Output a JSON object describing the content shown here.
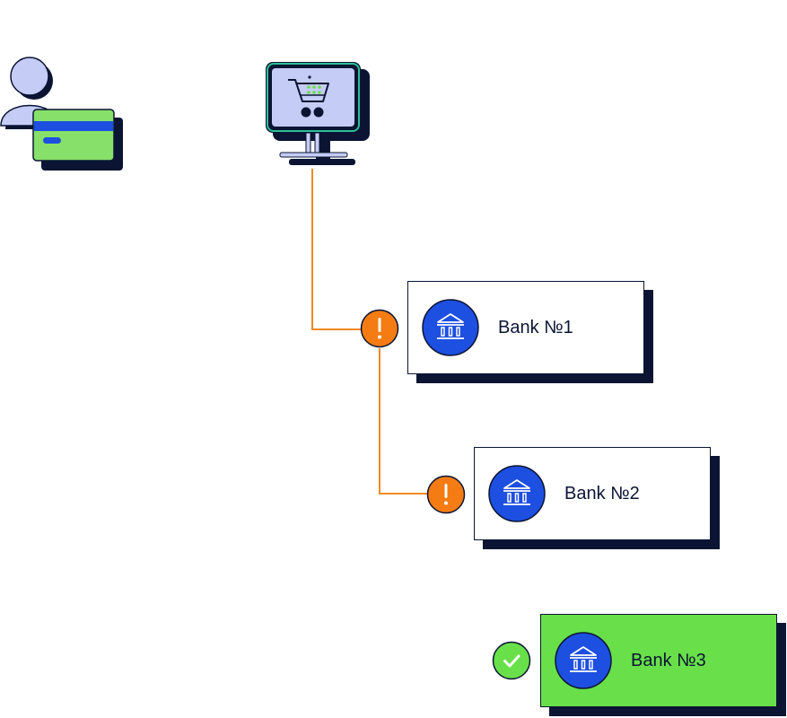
{
  "colors": {
    "ink": "#0b1533",
    "connector": "#f08a22",
    "warning": "#f47c13",
    "success": "#69e04a",
    "bank_icon_bg": "#1d4fe0",
    "screen": "#c5ccf6",
    "card_green": "#86e06a",
    "card_stripe": "#1d4fe0"
  },
  "icons": {
    "customer": "person-with-card-icon",
    "store": "shopping-cart-monitor-icon",
    "bank": "bank-building-icon",
    "warning": "exclamation-icon",
    "success": "check-icon"
  },
  "banks": [
    {
      "label": "Bank №1",
      "status": "warning"
    },
    {
      "label": "Bank №2",
      "status": "warning"
    },
    {
      "label": "Bank №3",
      "status": "success"
    }
  ]
}
